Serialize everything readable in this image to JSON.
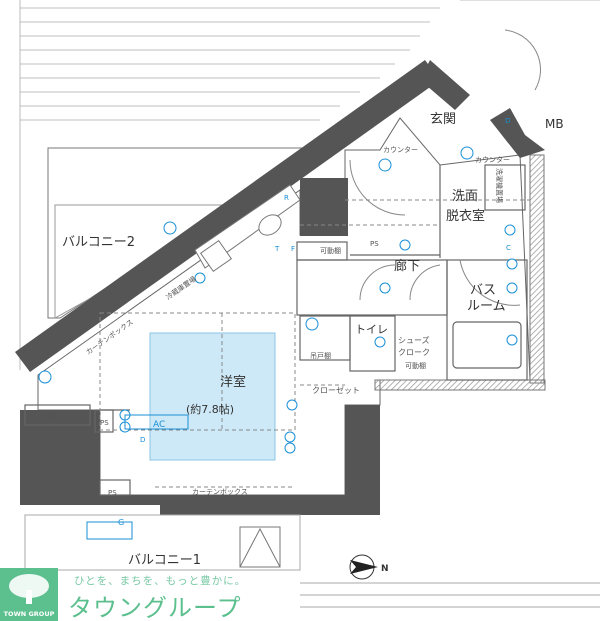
{
  "rooms": {
    "western_room": "洋室",
    "western_room_size": "(約7.8帖)",
    "entrance": "玄関",
    "meter_box": "MB",
    "washroom_line1": "洗面",
    "washroom_line2": "脱衣室",
    "hallway": "廊下",
    "bathroom_line1": "バス",
    "bathroom_line2": "ルーム",
    "toilet": "トイレ",
    "shoe_closet_line1": "シューズ",
    "shoe_closet_line2": "クローク",
    "closet": "クローゼット",
    "balcony1": "バルコニー1",
    "balcony2": "バルコニー2"
  },
  "annotations": {
    "counter": "カウンター",
    "movable_shelf": "可動棚",
    "pipe_space": "PS",
    "curtain_box": "カーテンボックス",
    "hanging_cabinet": "吊戸棚",
    "fridge_space": "冷蔵庫置場",
    "washer_space": "洗濯機置場",
    "aircon": "AC",
    "gas_meter": "G",
    "fixture_r": "R",
    "fixture_t": "T",
    "fixture_f": "F",
    "fixture_d": "D",
    "fixture_c": "C"
  },
  "compass": {
    "label": "N"
  },
  "branding": {
    "logo_text": "TOWN GROUP",
    "tagline": "ひとを、まちを、もっと豊かに。",
    "brand_name": "タウングループ"
  },
  "colors": {
    "wall": "#555555",
    "fixture": "#1a8fd6",
    "floor_highlight": "#cde8f6",
    "brand": "#5cbf8e"
  }
}
